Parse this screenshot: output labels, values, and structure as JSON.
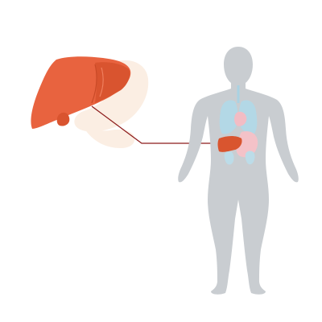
{
  "figure": {
    "subject": "liver",
    "colors": {
      "background": "#ffffff",
      "liver_fill": "#e8633f",
      "liver_shade": "#d9542f",
      "liver_highlight": "#f0805f",
      "liver_outline": "#c94a27",
      "backdrop_organs": "#fbeee3",
      "body_silhouette": "#c9cdd1",
      "lungs": "#b3d8e6",
      "trachea": "#a9d2e2",
      "heart": "#f2bcc4",
      "stomach": "#f4c2c8",
      "kidneys": "#bcdce8",
      "small_liver": "#d9552f",
      "leader_line": "#8c1a1a"
    },
    "callout": {
      "from": "liver-detail",
      "to": "liver-in-body"
    }
  }
}
